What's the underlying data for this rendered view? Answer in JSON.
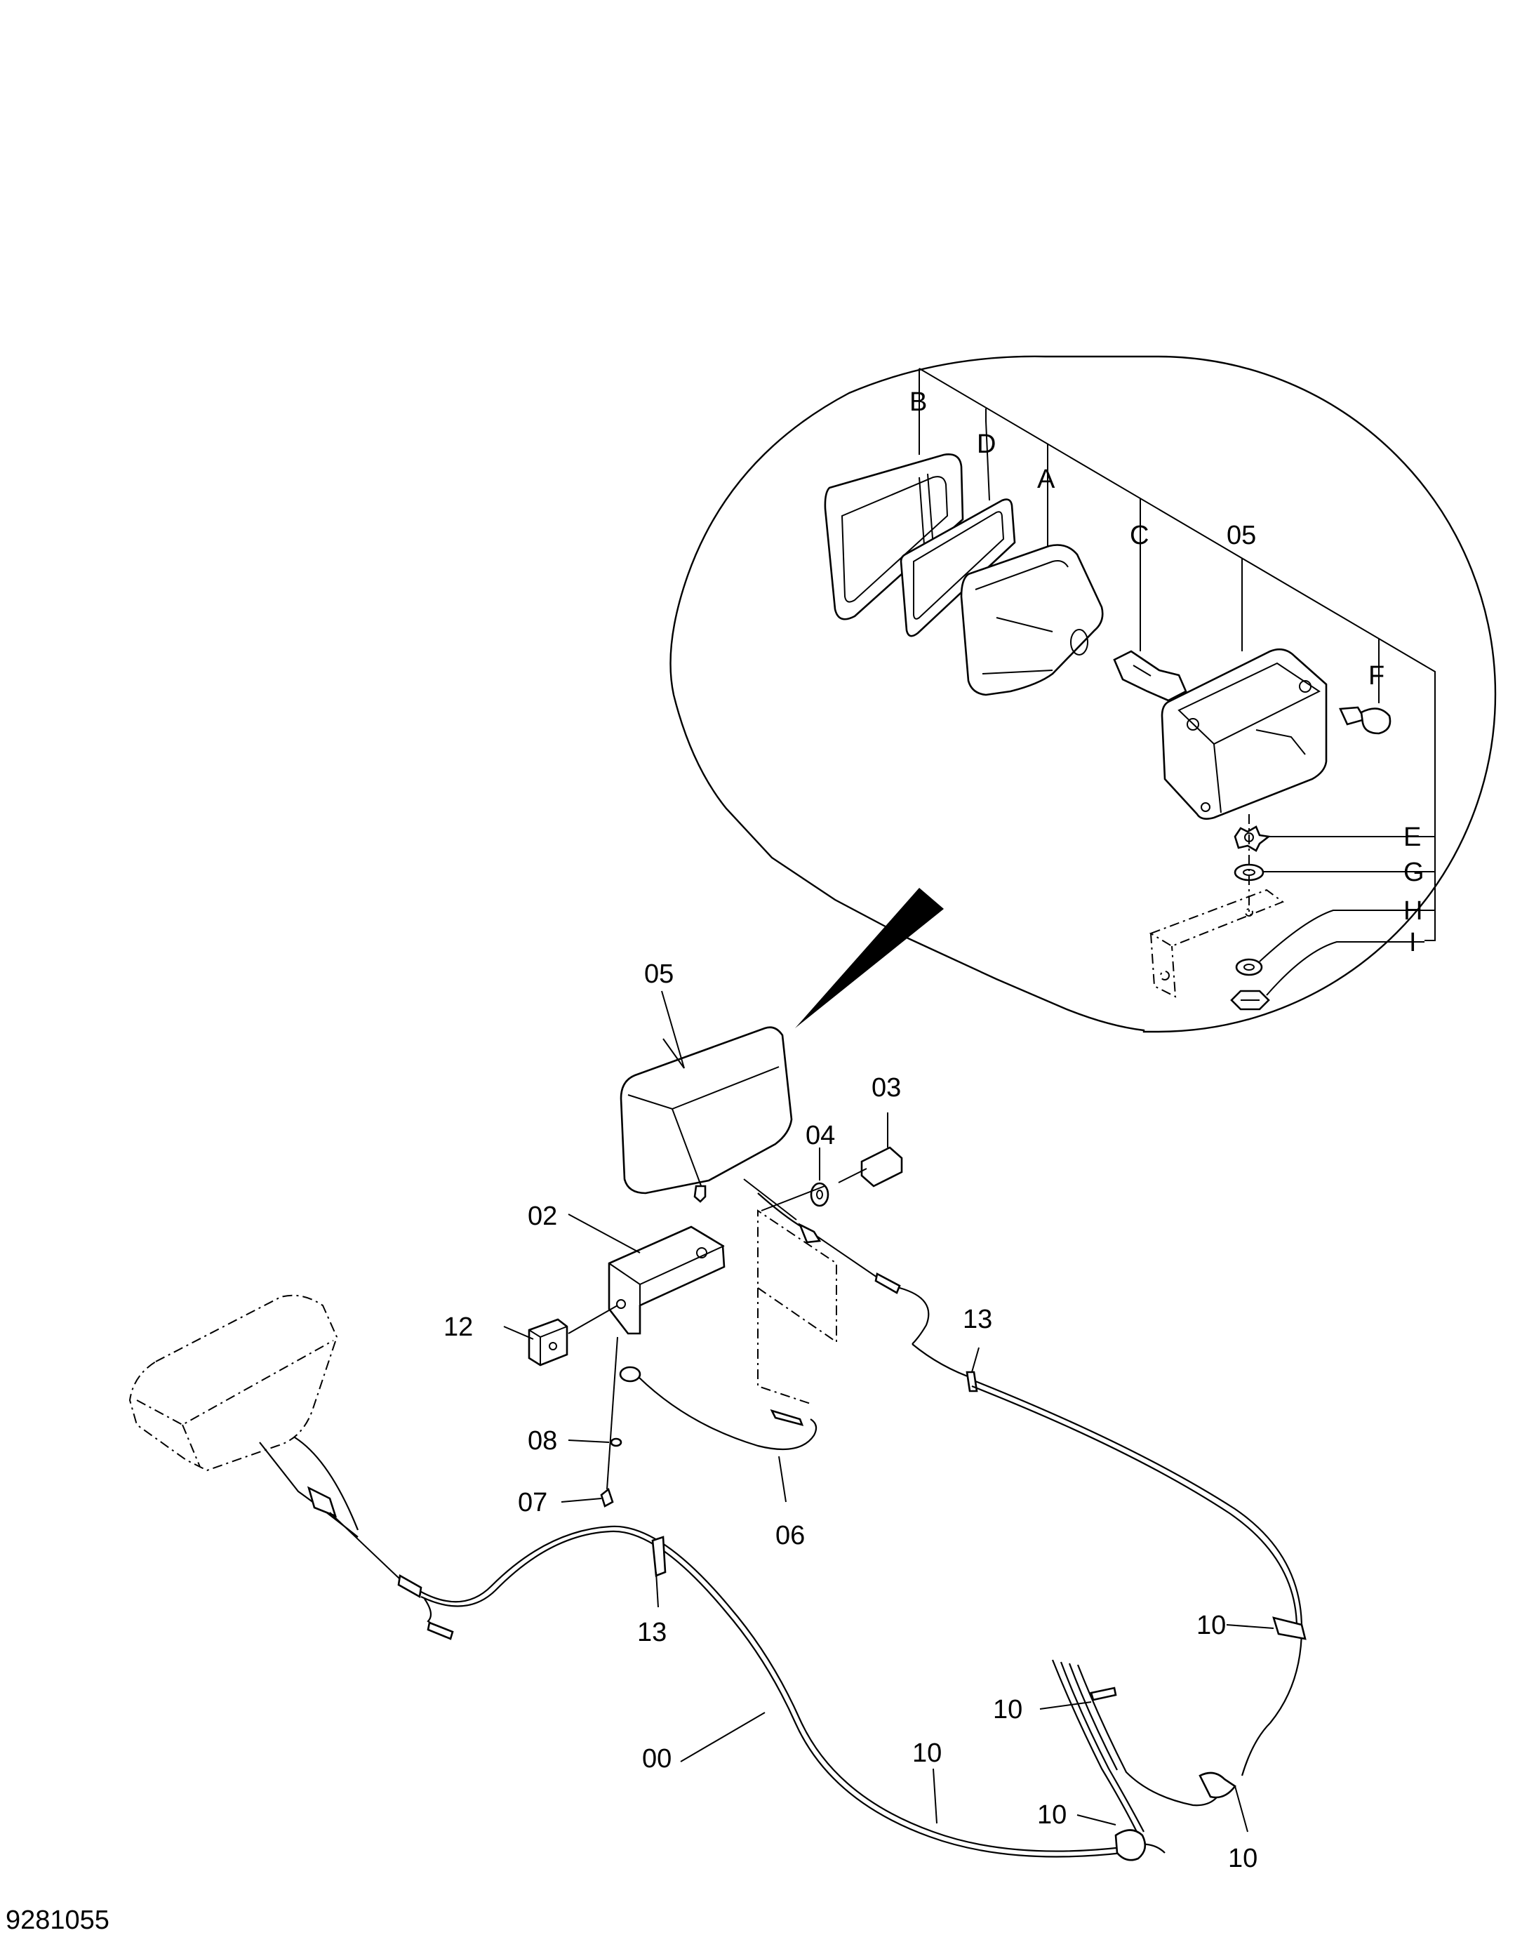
{
  "drawing_number": "9281055",
  "detail_labels": {
    "B": "B",
    "D": "D",
    "A": "A",
    "C": "C",
    "p05": "05",
    "F": "F",
    "E": "E",
    "G": "G",
    "H": "H",
    "I": "I"
  },
  "main_labels": {
    "p05": "05",
    "p04": "04",
    "p03": "03",
    "p02": "02",
    "p12": "12",
    "p13a": "13",
    "p08": "08",
    "p07": "07",
    "p06": "06",
    "p13b": "13",
    "p00": "00",
    "p10a": "10",
    "p10b": "10",
    "p10c": "10",
    "p10d": "10",
    "p10e": "10"
  }
}
